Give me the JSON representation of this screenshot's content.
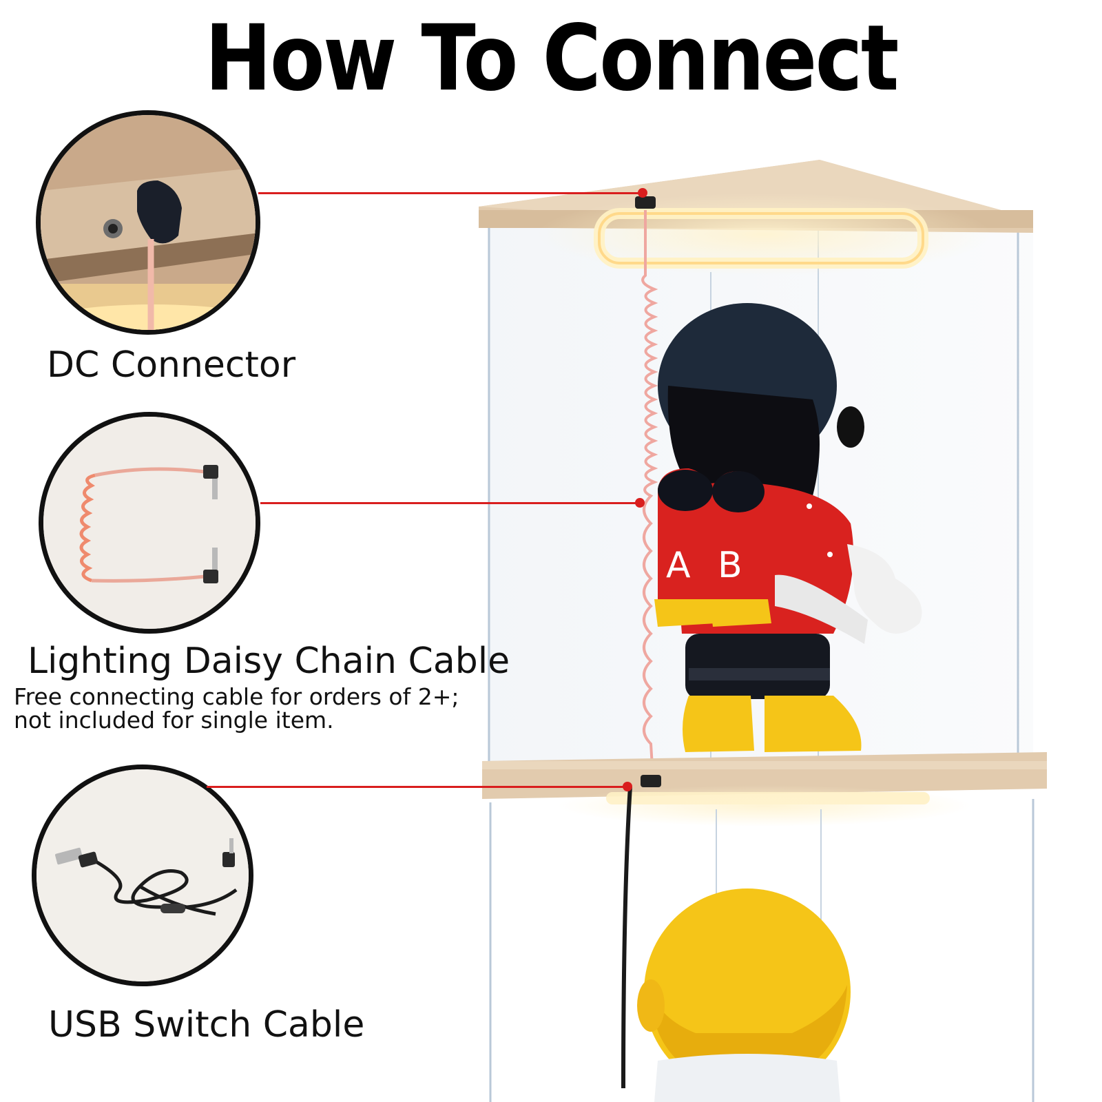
{
  "title": "How To Connect",
  "parts": [
    {
      "label": "DC Connector",
      "icon": "dc-connector-photo"
    },
    {
      "label": "Lighting Daisy Chain Cable",
      "icon": "coiled-cable-photo",
      "note_line1": "Free connecting cable for orders of 2+;",
      "note_line2": "not included for single item."
    },
    {
      "label": "USB Switch Cable",
      "icon": "usb-switch-cable-photo"
    }
  ],
  "figure": {
    "jetpack_letter_left": "A",
    "jetpack_letter_right": "B"
  },
  "colors": {
    "leader_line": "#d91e1e",
    "wood": "#e2cbae",
    "led_glow": "#ffd98a",
    "figure_red": "#d9221f",
    "figure_yellow": "#f5c518"
  }
}
